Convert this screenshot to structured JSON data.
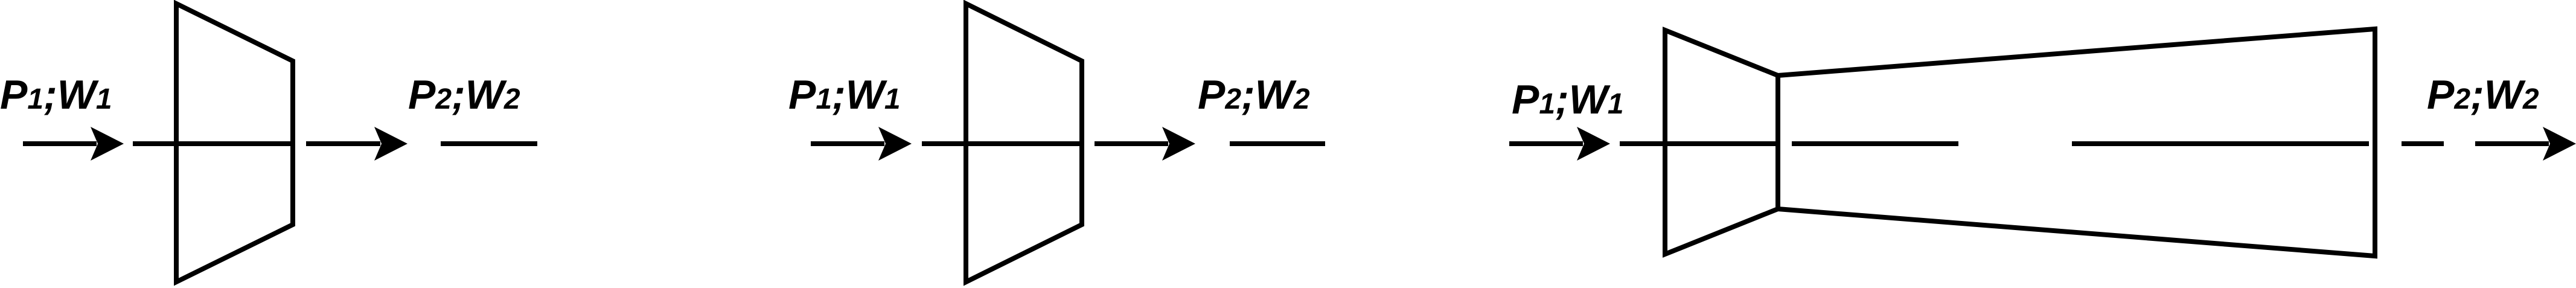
{
  "colors": {
    "stroke": "#000000",
    "background": "#ffffff"
  },
  "stages": [
    {
      "inlet": {
        "pressure": "P",
        "flow": "W",
        "subscript": "1",
        "separator": ";"
      },
      "outlet": {
        "pressure": "P",
        "flow": "W",
        "subscript": "2",
        "separator": ";"
      }
    },
    {
      "inlet": {
        "pressure": "P",
        "flow": "W",
        "subscript": "1",
        "separator": ";"
      },
      "outlet": {
        "pressure": "P",
        "flow": "W",
        "subscript": "2",
        "separator": ";"
      }
    },
    {
      "inlet": {
        "pressure": "P",
        "flow": "W",
        "subscript": "1",
        "separator": ";"
      },
      "outlet": {
        "pressure": "P",
        "flow": "W",
        "subscript": "2",
        "separator": ";"
      }
    }
  ]
}
